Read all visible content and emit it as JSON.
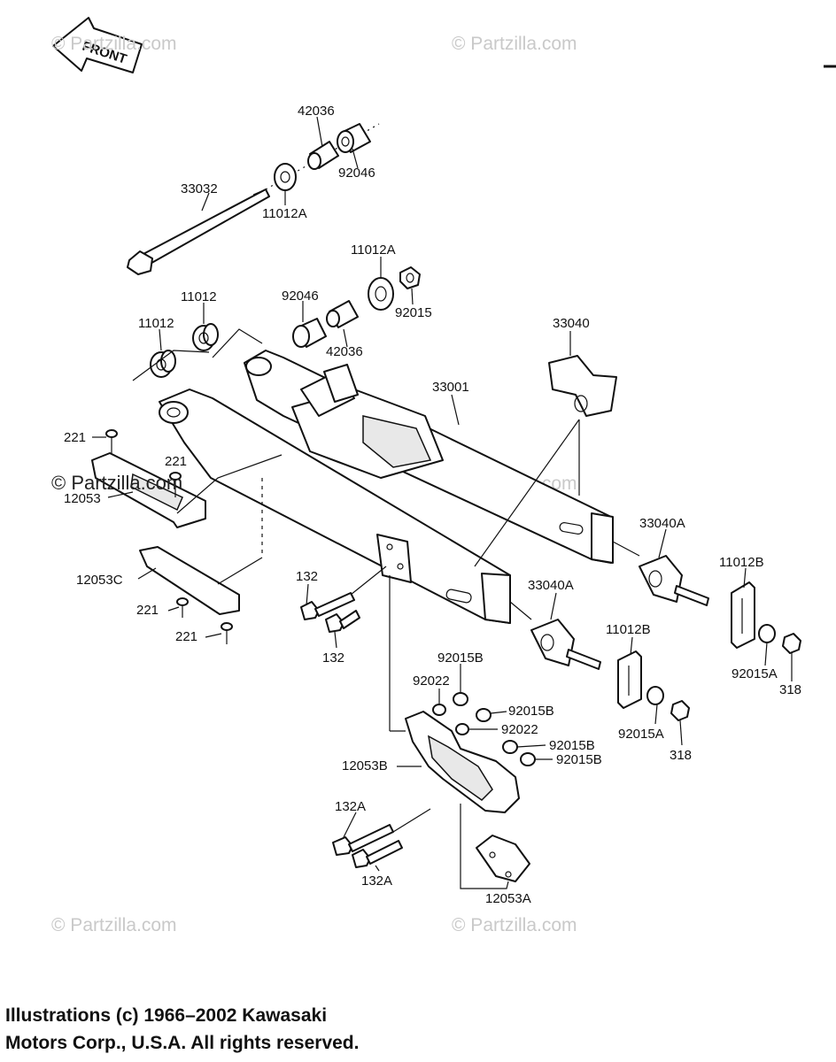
{
  "orientation": {
    "front_label": "FRONT"
  },
  "watermarks": {
    "text": "© Partzilla.com",
    "text_dark": "© Partzilla.com"
  },
  "part_numbers": {
    "p42036_a": "42036",
    "p92046_a": "92046",
    "p33032": "33032",
    "p11012A_a": "11012A",
    "p11012A_b": "11012A",
    "p92015": "92015",
    "p11012_a": "11012",
    "p11012_b": "11012",
    "p92046_b": "92046",
    "p42036_b": "42036",
    "p33040": "33040",
    "p33001": "33001",
    "p221_a": "221",
    "p221_b": "221",
    "p12053": "12053",
    "p33040A_a": "33040A",
    "p11012B_a": "11012B",
    "p12053C": "12053C",
    "p132_a": "132",
    "p221_c": "221",
    "p221_d": "221",
    "p132_b": "132",
    "p33040A_b": "33040A",
    "p11012B_b": "11012B",
    "p92015A_a": "92015A",
    "p318_a": "318",
    "p92015B_a": "92015B",
    "p92022_a": "92022",
    "p92015B_b": "92015B",
    "p92022_b": "92022",
    "p92015B_c": "92015B",
    "p92015B_d": "92015B",
    "p92015A_b": "92015A",
    "p318_b": "318",
    "p12053B": "12053B",
    "p132A_a": "132A",
    "p132A_b": "132A",
    "p12053A": "12053A"
  },
  "copyright": {
    "line1": "Illustrations (c) 1966–2002 Kawasaki",
    "line2": "Motors Corp., U.S.A.  All rights reserved."
  }
}
